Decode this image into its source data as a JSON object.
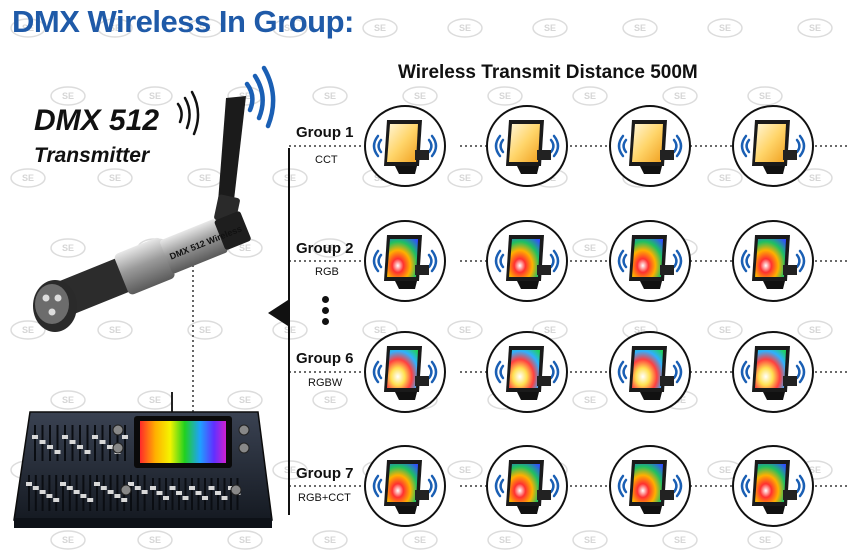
{
  "header": {
    "title": "DMX Wireless In Group:",
    "distance_title": "Wireless Transmit Distance 500M"
  },
  "transmitter": {
    "name": "DMX 512",
    "subtitle": "Transmitter",
    "body_text": "DMX 512 Wireless"
  },
  "watermark": "SE",
  "groups": [
    {
      "label": "Group 1",
      "type": "CCT",
      "light_style": "cct"
    },
    {
      "label": "Group 2",
      "type": "RGB",
      "light_style": "rgb"
    },
    {
      "label": "Group 6",
      "type": "RGBW",
      "light_style": "rgbw"
    },
    {
      "label": "Group 7",
      "type": "RGB+CCT",
      "light_style": "rgbcct"
    }
  ],
  "lights_per_group": 4,
  "icons": [
    "antenna-icon",
    "wireless-signal-icon",
    "floodlight-icon",
    "dmx-console",
    "xlr-connector-icon",
    "arrow-left-icon"
  ],
  "colors": {
    "title_blue": "#1f5aa8",
    "signal_blue": "#1a5fb4",
    "cct_warm": "#f5c242"
  }
}
